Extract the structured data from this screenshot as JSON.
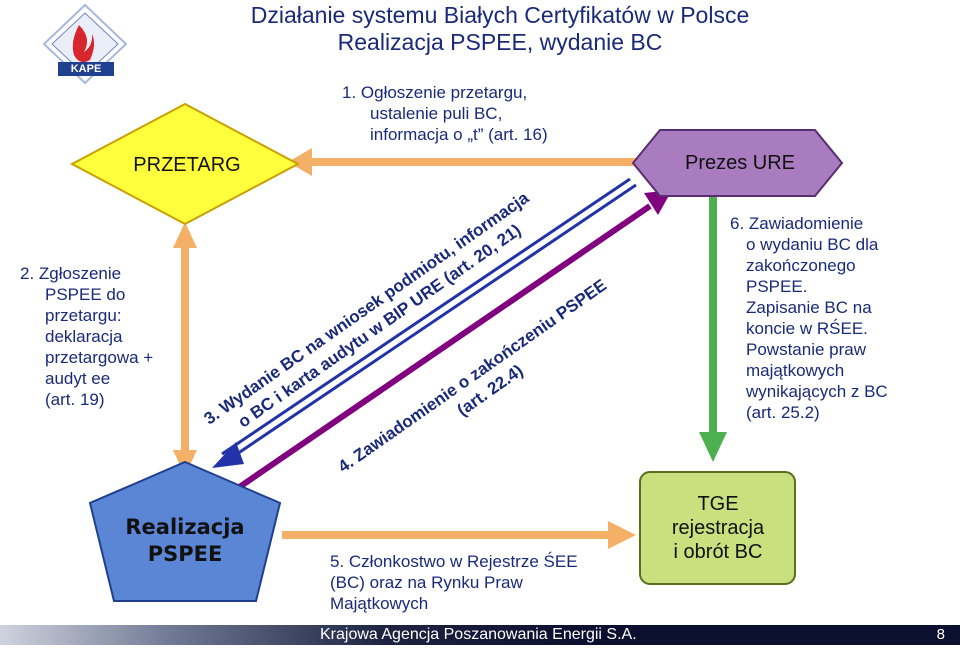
{
  "title": {
    "line1": "Działanie systemu Białych Certyfikatów w Polsce",
    "line2": "Realizacja PSPEE, wydanie BC"
  },
  "logo": {
    "text": "KAPE"
  },
  "nodes": {
    "przetarg": "PRZETARG",
    "prezes": "Prezes URE",
    "realizacja": [
      "Realizacja",
      "PSPEE"
    ],
    "tge": [
      "TGE",
      "rejestracja",
      "i obrót BC"
    ]
  },
  "steps": {
    "step1": [
      "1. Ogłoszenie przetargu,",
      "ustalenie puli BC,",
      "informacja o „t” (art. 16)"
    ],
    "step2": [
      "2. Zgłoszenie",
      "PSPEE do",
      "przetargu:",
      "deklaracja",
      "przetargowa +",
      "audyt ee",
      "(art. 19)"
    ],
    "step3": [
      "3. Wydanie BC na wniosek podmiotu, informacja",
      "o BC  i karta audytu w BIP URE (art. 20, 21)"
    ],
    "step4": [
      "4. Zawiadomienie o zakończeniu PSPEE",
      "(art. 22.4)"
    ],
    "step5": [
      "5. Członkostwo w Rejestrze ŚEE",
      "(BC) oraz na Rynku Praw",
      "Majątkowych"
    ],
    "step6": [
      "6. Zawiadomienie",
      "o wydaniu BC dla",
      "zakończonego",
      "PSPEE.",
      "Zapisanie BC na",
      "koncie w RŚEE.",
      "Powstanie praw",
      "majątkowych",
      "wynikających z BC",
      "(art. 25.2)"
    ]
  },
  "footer": {
    "text": "Krajowa Agencja Poszanowania Energii S.A.",
    "page": "8"
  },
  "colors": {
    "title": "#1a2a7a",
    "przetarg_fill": "#ffff3c",
    "prezes_fill": "#a87cbe",
    "realizacja_fill": "#5b86d6",
    "tge_fill": "#c9e07f",
    "arrow_orange": "#f4b066",
    "arrow_purple": "#800080",
    "arrow_blue": "#2233aa",
    "arrow_green": "#4caf50"
  }
}
